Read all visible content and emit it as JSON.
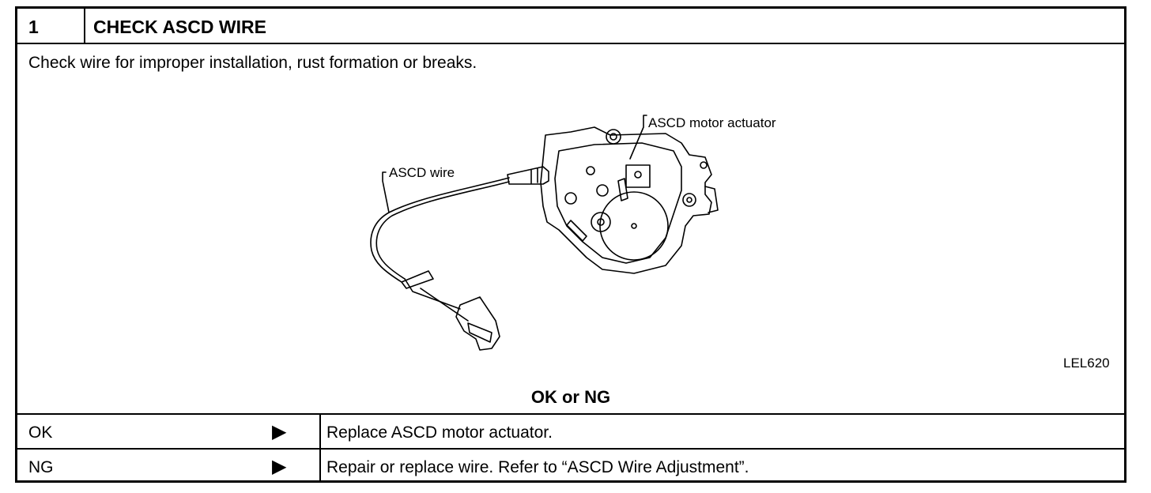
{
  "step": {
    "number": "1",
    "title": "CHECK ASCD WIRE"
  },
  "instruction": "Check wire for improper installation, rust formation or breaks.",
  "figure": {
    "labels": {
      "actuator": "ASCD motor actuator",
      "wire": "ASCD wire"
    },
    "id": "LEL620"
  },
  "question": "OK or NG",
  "results": [
    {
      "label": "OK",
      "arrow": "▶",
      "action": "Replace ASCD motor actuator."
    },
    {
      "label": "NG",
      "arrow": "▶",
      "action": "Repair or replace wire. Refer to “ASCD Wire Adjustment”."
    }
  ]
}
